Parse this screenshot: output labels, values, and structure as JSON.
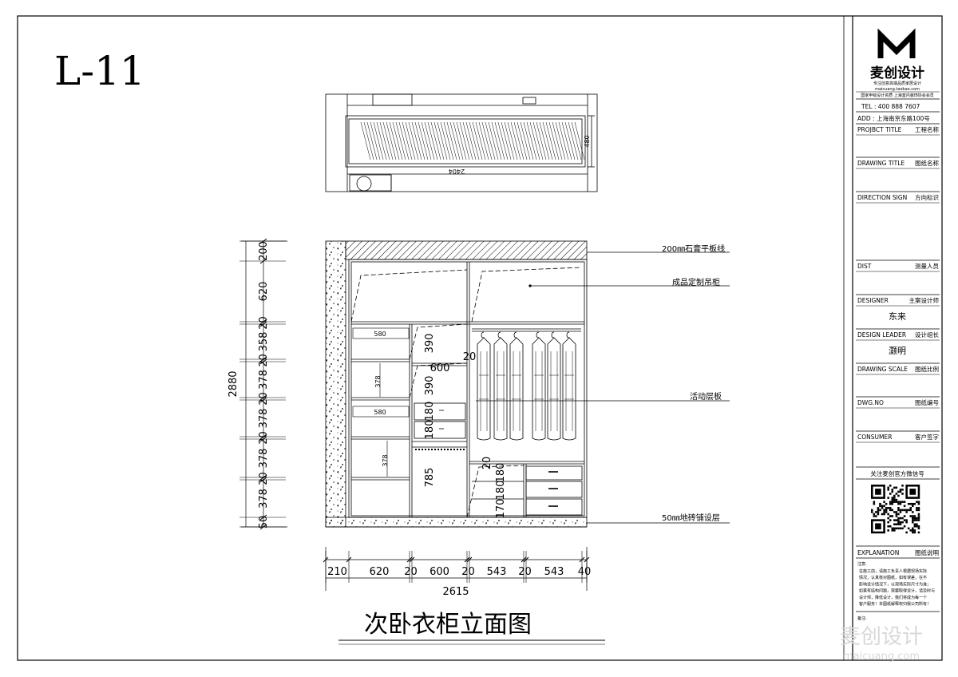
{
  "sheet_code": "L-11",
  "drawing_title": "次卧衣柜立面图",
  "watermark": {
    "cn": "麦创设计",
    "en": "maicuang.com"
  },
  "plan": {
    "width_label": "2404",
    "depth_label": "480"
  },
  "annotations": {
    "gypsum": "200㎜石膏平板线",
    "cabinet": "成品定制吊柜",
    "shelf": "活动层板",
    "floor": "50㎜地砖铺设层"
  },
  "vertical_total": "2880",
  "vertical_dims": [
    "200",
    "620",
    "20",
    "358",
    "20",
    "378",
    "20",
    "378",
    "20",
    "378",
    "20",
    "378",
    "50"
  ],
  "horizontal_total": "2615",
  "horizontal_dims": [
    "210",
    "620",
    "20",
    "600",
    "20",
    "543",
    "20",
    "543",
    "40"
  ],
  "interior_dims": {
    "d580a": "580",
    "d378a": "378",
    "d580b": "580",
    "d378b": "378",
    "d390a": "390",
    "d390b": "390",
    "d600": "600",
    "d20a": "20",
    "d180a": "180",
    "d180b": "180",
    "d785": "785",
    "d20b": "20",
    "d180c": "180",
    "d180d": "180",
    "d170": "170"
  },
  "title_block": {
    "logo_letter": "M",
    "company": "麦创设计",
    "slogan": "专注创意高端品质家居设计",
    "site": "maicuang.taobao.com",
    "subline": "国家甲级设计资质 上海室内装饰协会会员",
    "tel": "TEL : 400 888 7607",
    "add": "ADD : 上海南京东路100号",
    "rows": [
      {
        "en": "PROJBCT TITLE",
        "cn": "工程名称",
        "value": ""
      },
      {
        "en": "DRAWING TITLE",
        "cn": "图纸名称",
        "value": ""
      },
      {
        "en": "DIRECTION SIGN",
        "cn": "方向标识",
        "value": ""
      },
      {
        "en": "DIST",
        "cn": "测量人员",
        "value": ""
      },
      {
        "en": "DESIGNER",
        "cn": "主案设计师",
        "value": "东来"
      },
      {
        "en": "DESIGN LEADER",
        "cn": "设计组长",
        "value": "灏明"
      },
      {
        "en": "DRAWING SCALE",
        "cn": "图纸比例",
        "value": ""
      },
      {
        "en": "DWG.NO",
        "cn": "图纸编号",
        "value": ""
      },
      {
        "en": "CONSUMER",
        "cn": "客户签字",
        "value": ""
      }
    ],
    "wechat": "关注麦创官方微信号",
    "explanation_en": "EXPLANATION",
    "explanation_cn": "图纸说明",
    "notes_head": "注意:",
    "notes": [
      "在施工前，请施工负责人根据现场实际",
      "情况，认真核对图纸，如有误差，在不",
      "影响设计情况下，以现场实际尺寸为准；",
      "如果有结构问题，需要取得设计，请及时与",
      "设计师，降低设计，我们将成为每一个",
      "客户服务！本图纸解释权归我公司所有！"
    ],
    "remark": "备注:"
  }
}
